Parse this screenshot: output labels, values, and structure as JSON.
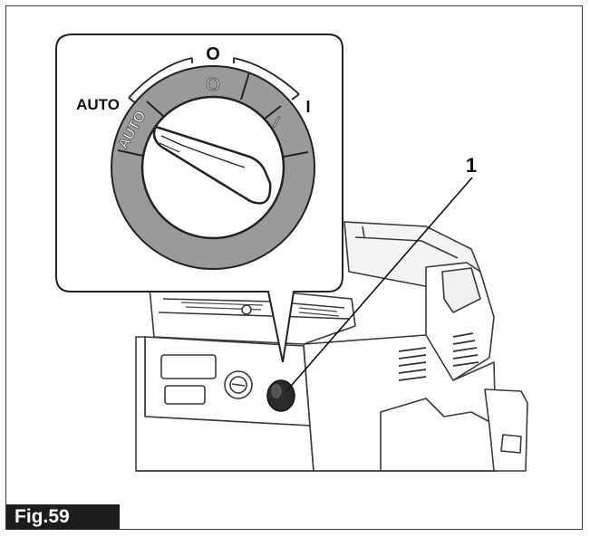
{
  "figure": {
    "label": "Fig.59",
    "callout_number": "1"
  },
  "dial": {
    "label_auto": "AUTO",
    "label_off": "O",
    "label_on": "I",
    "segment_auto": "AUTO",
    "segment_off": "O",
    "segment_on": "I"
  },
  "colors": {
    "segment_gray": "#9a9a9a",
    "outline": "#222222",
    "label_background": "#1c1c1c"
  }
}
